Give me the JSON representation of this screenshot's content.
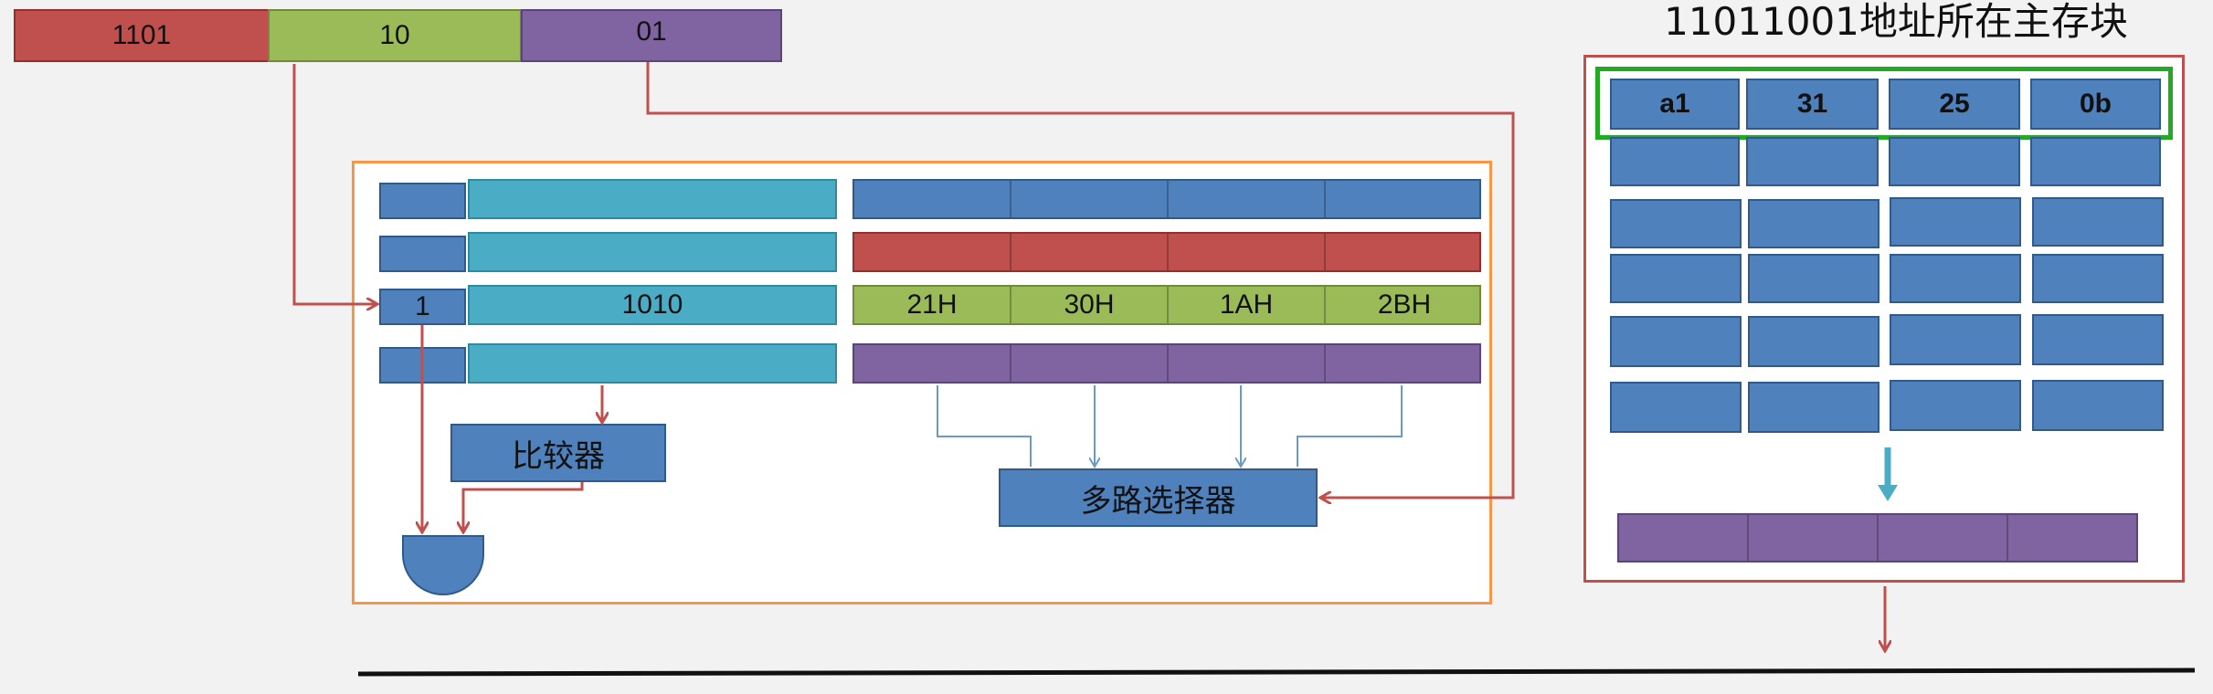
{
  "address": {
    "tag": "1101",
    "index": "10",
    "offset": "01"
  },
  "cache": {
    "lines": [
      {
        "valid": "",
        "tag": "",
        "color": "blue",
        "bytes": [
          "",
          "",
          "",
          ""
        ]
      },
      {
        "valid": "",
        "tag": "",
        "color": "red",
        "bytes": [
          "",
          "",
          "",
          ""
        ]
      },
      {
        "valid": "1",
        "tag": "1010",
        "color": "green",
        "bytes": [
          "21H",
          "30H",
          "1AH",
          "2BH"
        ]
      },
      {
        "valid": "",
        "tag": "",
        "color": "purple",
        "bytes": [
          "",
          "",
          "",
          ""
        ]
      }
    ],
    "comparator_label": "比较器",
    "mux_label": "多路选择器"
  },
  "memory": {
    "title": "11011001地址所在主存块",
    "highlighted_block": [
      "a1",
      "31",
      "25",
      "0b"
    ]
  },
  "colors": {
    "wire": "#c0504d",
    "cache_frame": "#f79646",
    "memory_frame": "#c0504d",
    "highlight": "#22aa22",
    "mux_wire": "#6a9bc3",
    "arrow_teal": "#4bacc6"
  }
}
